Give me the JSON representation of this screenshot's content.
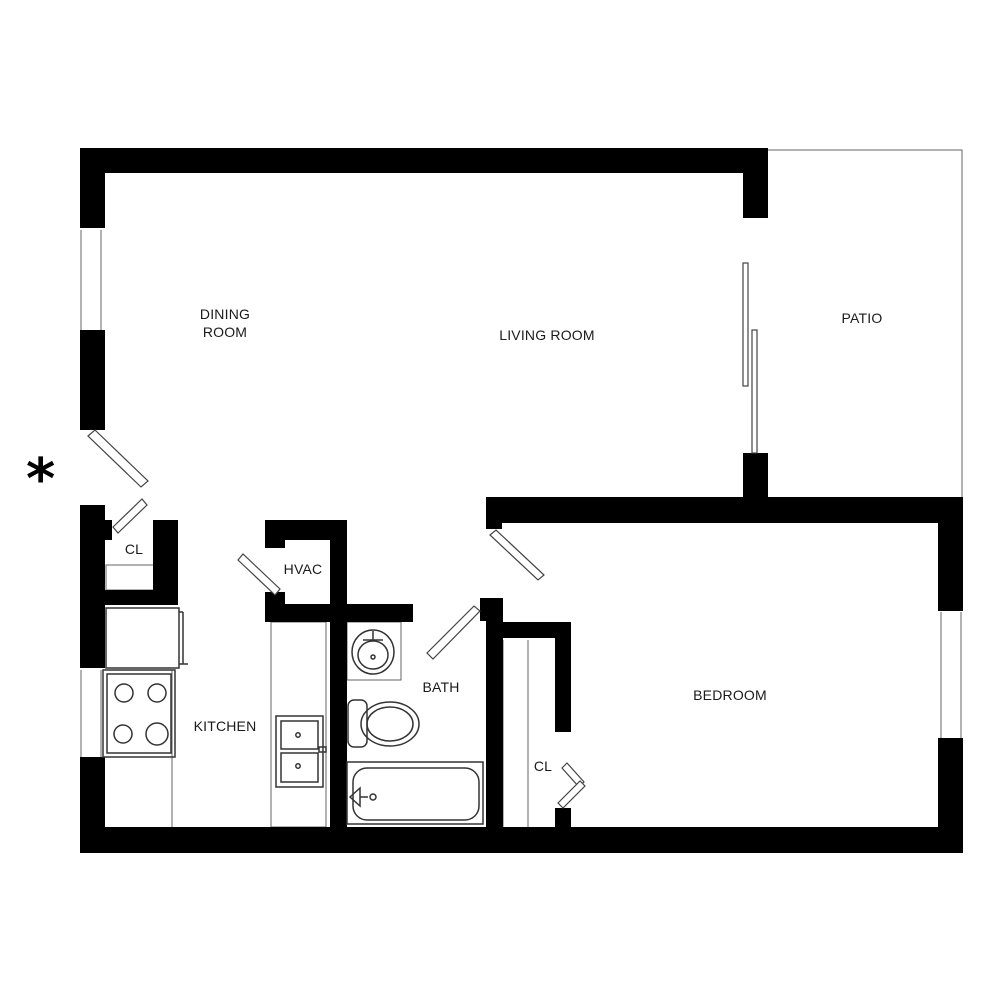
{
  "rooms": {
    "dining_room": "DINING\nROOM",
    "living_room": "LIVING ROOM",
    "patio": "PATIO",
    "closet_entry": "CL",
    "hvac": "HVAC",
    "kitchen": "KITCHEN",
    "bath": "BATH",
    "closet_bedroom": "CL",
    "bedroom": "BEDROOM"
  },
  "entry_marker": "*",
  "icons": {
    "entry": "asterisk-icon",
    "range": "stove-icon",
    "sink": "kitchen-sink-icon",
    "fridge": "refrigerator-icon",
    "toilet": "toilet-icon",
    "lavatory": "bathroom-sink-icon",
    "tub": "bathtub-icon"
  },
  "colors": {
    "wall": "#000000",
    "line": "#555555",
    "background": "#ffffff"
  }
}
